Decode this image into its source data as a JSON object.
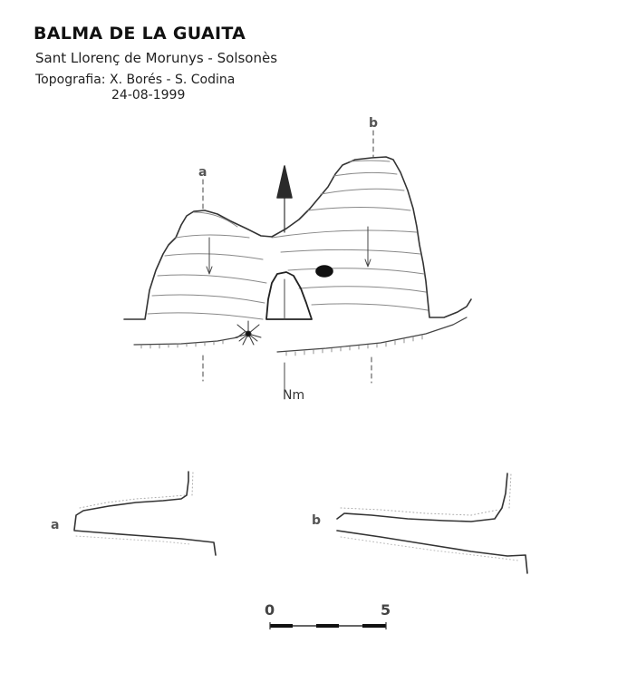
{
  "header": {
    "title": "BALMA DE LA GUAITA",
    "location": "Sant Llorenç de Morunys - Solsonès",
    "credits": "Topografia: X. Borés - S. Codina",
    "date": "24-08-1999"
  },
  "plan": {
    "section_a_label": "a",
    "section_b_label": "b",
    "north_label": "Nm"
  },
  "sections": {
    "a_label": "a",
    "b_label": "b"
  },
  "scale_bar": {
    "start_label": "0",
    "end_label": "5"
  }
}
